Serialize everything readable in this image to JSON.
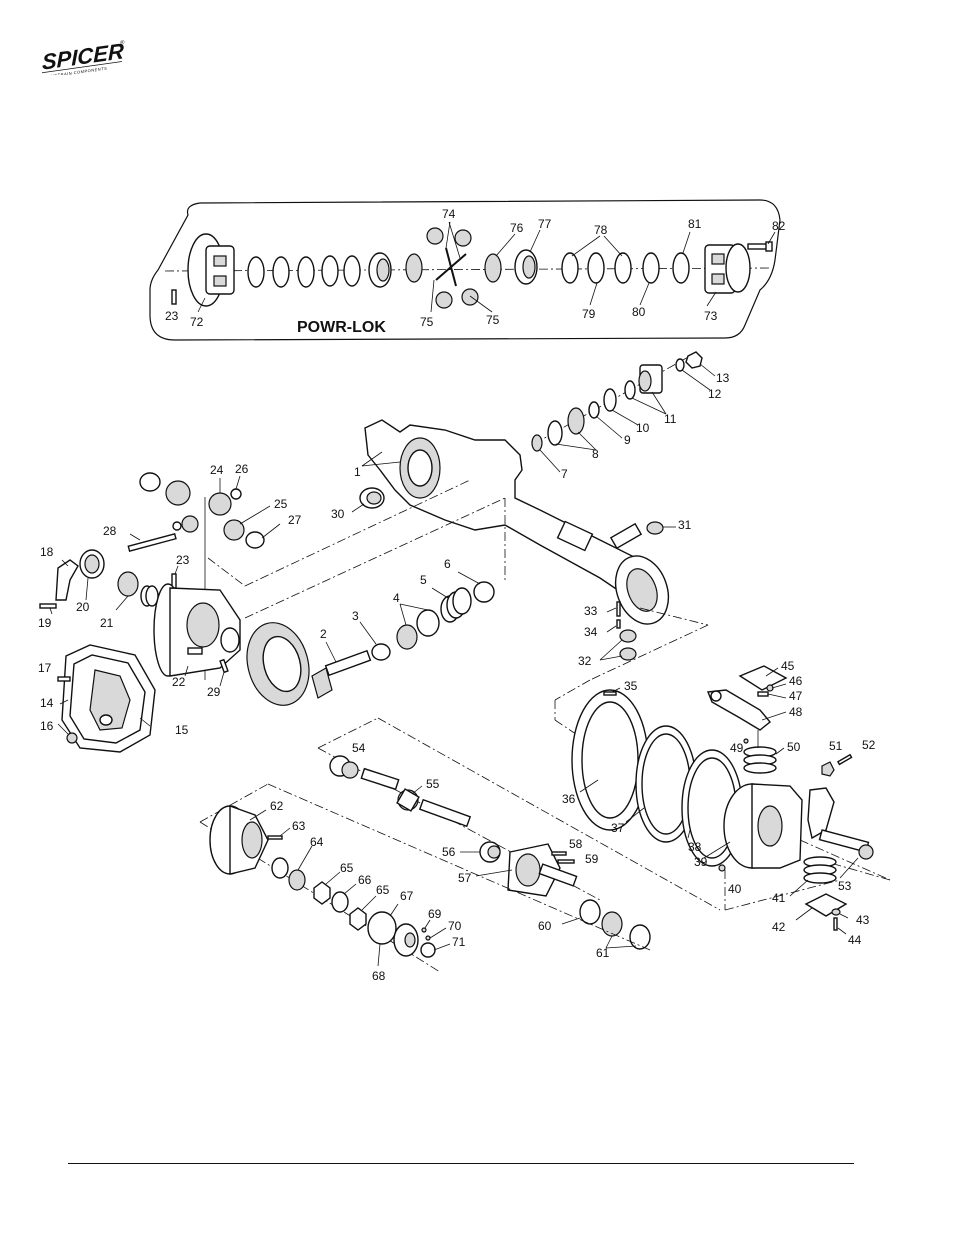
{
  "brand": {
    "name": "SPICER",
    "registered_mark": "®",
    "tagline": "DRIVETRAIN COMPONENTS"
  },
  "diagram": {
    "inset_title": "POWR-LOK",
    "labels": [
      {
        "id": "1",
        "text": "1"
      },
      {
        "id": "2",
        "text": "2"
      },
      {
        "id": "3",
        "text": "3"
      },
      {
        "id": "4",
        "text": "4"
      },
      {
        "id": "5",
        "text": "5"
      },
      {
        "id": "6",
        "text": "6"
      },
      {
        "id": "7",
        "text": "7"
      },
      {
        "id": "8",
        "text": "8"
      },
      {
        "id": "9",
        "text": "9"
      },
      {
        "id": "10",
        "text": "10"
      },
      {
        "id": "11",
        "text": "11"
      },
      {
        "id": "12",
        "text": "12"
      },
      {
        "id": "13",
        "text": "13"
      },
      {
        "id": "14",
        "text": "14"
      },
      {
        "id": "15",
        "text": "15"
      },
      {
        "id": "16",
        "text": "16"
      },
      {
        "id": "17",
        "text": "17"
      },
      {
        "id": "18",
        "text": "18"
      },
      {
        "id": "19",
        "text": "19"
      },
      {
        "id": "20",
        "text": "20"
      },
      {
        "id": "21",
        "text": "21"
      },
      {
        "id": "22",
        "text": "22"
      },
      {
        "id": "23a",
        "text": "23"
      },
      {
        "id": "23b",
        "text": "23"
      },
      {
        "id": "24",
        "text": "24"
      },
      {
        "id": "25",
        "text": "25"
      },
      {
        "id": "26",
        "text": "26"
      },
      {
        "id": "27",
        "text": "27"
      },
      {
        "id": "28",
        "text": "28"
      },
      {
        "id": "29",
        "text": "29"
      },
      {
        "id": "30",
        "text": "30"
      },
      {
        "id": "31",
        "text": "31"
      },
      {
        "id": "32",
        "text": "32"
      },
      {
        "id": "33",
        "text": "33"
      },
      {
        "id": "34",
        "text": "34"
      },
      {
        "id": "35",
        "text": "35"
      },
      {
        "id": "36",
        "text": "36"
      },
      {
        "id": "37",
        "text": "37"
      },
      {
        "id": "38",
        "text": "38"
      },
      {
        "id": "39",
        "text": "39"
      },
      {
        "id": "40",
        "text": "40"
      },
      {
        "id": "41",
        "text": "41"
      },
      {
        "id": "42",
        "text": "42"
      },
      {
        "id": "43",
        "text": "43"
      },
      {
        "id": "44",
        "text": "44"
      },
      {
        "id": "45",
        "text": "45"
      },
      {
        "id": "46",
        "text": "46"
      },
      {
        "id": "47",
        "text": "47"
      },
      {
        "id": "48",
        "text": "48"
      },
      {
        "id": "49",
        "text": "49"
      },
      {
        "id": "50",
        "text": "50"
      },
      {
        "id": "51",
        "text": "51"
      },
      {
        "id": "52",
        "text": "52"
      },
      {
        "id": "53",
        "text": "53"
      },
      {
        "id": "54",
        "text": "54"
      },
      {
        "id": "55",
        "text": "55"
      },
      {
        "id": "56",
        "text": "56"
      },
      {
        "id": "57",
        "text": "57"
      },
      {
        "id": "58",
        "text": "58"
      },
      {
        "id": "59",
        "text": "59"
      },
      {
        "id": "60",
        "text": "60"
      },
      {
        "id": "61",
        "text": "61"
      },
      {
        "id": "62",
        "text": "62"
      },
      {
        "id": "63",
        "text": "63"
      },
      {
        "id": "64",
        "text": "64"
      },
      {
        "id": "65a",
        "text": "65"
      },
      {
        "id": "65b",
        "text": "65"
      },
      {
        "id": "66",
        "text": "66"
      },
      {
        "id": "67",
        "text": "67"
      },
      {
        "id": "68",
        "text": "68"
      },
      {
        "id": "69",
        "text": "69"
      },
      {
        "id": "70",
        "text": "70"
      },
      {
        "id": "71",
        "text": "71"
      },
      {
        "id": "72",
        "text": "72"
      },
      {
        "id": "73",
        "text": "73"
      },
      {
        "id": "74",
        "text": "74"
      },
      {
        "id": "75a",
        "text": "75"
      },
      {
        "id": "75b",
        "text": "75"
      },
      {
        "id": "76",
        "text": "76"
      },
      {
        "id": "77",
        "text": "77"
      },
      {
        "id": "78",
        "text": "78"
      },
      {
        "id": "79",
        "text": "79"
      },
      {
        "id": "80",
        "text": "80"
      },
      {
        "id": "81",
        "text": "81"
      },
      {
        "id": "82",
        "text": "82"
      }
    ]
  }
}
